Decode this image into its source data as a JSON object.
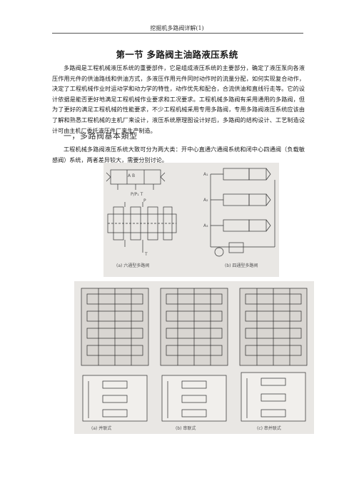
{
  "header": {
    "text": "挖掘机多路阀详解(1)"
  },
  "section_title": "第一节  多路阀主油路液压系统",
  "intro_paragraph": "多路阀是工程机械液压系统的重要部件，它是组成液压系统的主要部分，确定了液压泵向各液压作用元件的供油路线和供油方式，多液压作用元件同时动作时的流量分配，如何实现复合动作，决定了工程机械作业时运动学和动力学的特性，动作优先和配合，合流供油和直线行走等。它的设计依据是能否更好地满足工程机械作业要求和工况要求。工程机械多路阀有采用通用的多路阀，但为了更好的满足工程机械的性能要求，不少工程机械采用专用多路阀，专用多路阀液压系统应该由了解和熟悉工程机械的主机厂来设计，液压系统原理图设计好后，多路阀的结构设计、工艺制造设计可由主机厂委托液压件厂来生产制造。",
  "subheading": "一，多路阀基本類型",
  "subheading_paragraph": "工程机械多路阀液压系统大致可分为两大类：开中心直通六通阀系统和闭中心四通阀（负载敏感阀）系统，两者差异较大，需要分别讨论。",
  "figure_top": {
    "caption_a": "(a) 六通型多路阀",
    "caption_b": "(b) 四通型多路阀",
    "labels": {
      "abt": "A B\nP T",
      "p": "P",
      "t": "T"
    }
  },
  "figure_bottom": {
    "caption_a": "(a) 并联式",
    "caption_b": "(b) 串联式",
    "caption_c": "(c) 串并联式"
  }
}
